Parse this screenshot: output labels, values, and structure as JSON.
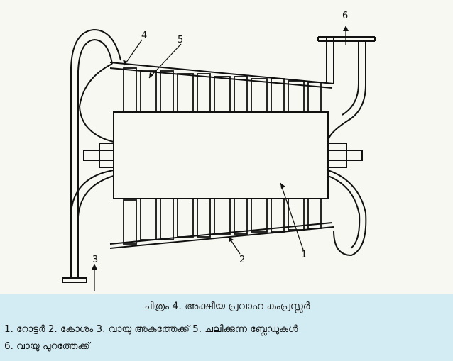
{
  "figure": {
    "labels": [
      "1",
      "2",
      "3",
      "4",
      "5",
      "6"
    ]
  },
  "caption": {
    "title": "ചിത്രം 4. അക്ഷീയ പ്രവാഹ കംപ്രസ്സർ",
    "legend_line_1": "1. റോട്ടർ 2. കോശം 3. വായു അകത്തേക്ക് 5. ചലിക്കുന്ന ബ്ലേഡുകൾ",
    "legend_line_2": "6. വായു പുറത്തേക്ക്"
  },
  "colors": {
    "figure_background": "#f8f8f2",
    "caption_background": "#d3ecf3",
    "line": "#111111"
  }
}
